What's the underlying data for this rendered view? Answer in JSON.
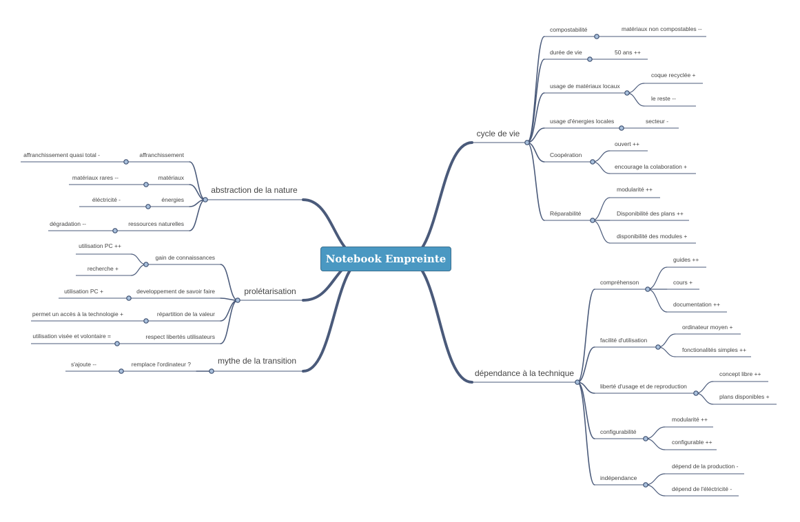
{
  "root": {
    "label": "Notebook Empreinte"
  },
  "branches": [
    {
      "label": "cycle de vie",
      "children": [
        {
          "label": "compostabilité",
          "children": [
            {
              "label": "matériaux non compostables --"
            }
          ]
        },
        {
          "label": "durée de vie",
          "children": [
            {
              "label": "50 ans ++"
            }
          ]
        },
        {
          "label": "usage de matériaux locaux",
          "children": [
            {
              "label": "coque recyclée +"
            },
            {
              "label": "le reste --"
            }
          ]
        },
        {
          "label": "usage d'énergies locales",
          "children": [
            {
              "label": "secteur -"
            }
          ]
        },
        {
          "label": "Coopération",
          "children": [
            {
              "label": "ouvert ++"
            },
            {
              "label": "encourage la colaboration +"
            }
          ]
        },
        {
          "label": "Réparabilité",
          "children": [
            {
              "label": "modularité ++"
            },
            {
              "label": "Disponibilité des plans ++"
            },
            {
              "label": "disponibilité des modules +"
            }
          ]
        }
      ]
    },
    {
      "label": "dépendance à la technique",
      "children": [
        {
          "label": "compréhenson",
          "children": [
            {
              "label": "guides ++"
            },
            {
              "label": "cours +"
            },
            {
              "label": "documentation ++"
            }
          ]
        },
        {
          "label": "facilité d'utilisation",
          "children": [
            {
              "label": "ordinateur moyen +"
            },
            {
              "label": "fonctionalités simples ++"
            }
          ]
        },
        {
          "label": "liberté d'usage et de reproduction",
          "children": [
            {
              "label": "concept libre ++"
            },
            {
              "label": "plans disponibles +"
            }
          ]
        },
        {
          "label": "configurabilité",
          "children": [
            {
              "label": "modularité ++"
            },
            {
              "label": "configurable ++"
            }
          ]
        },
        {
          "label": "indépendance",
          "children": [
            {
              "label": "dépend de la production -"
            },
            {
              "label": "dépend de l'éléctricité -"
            }
          ]
        }
      ]
    },
    {
      "label": "abstraction de la nature",
      "children": [
        {
          "label": "affranchissement",
          "children": [
            {
              "label": "affranchissement quasi total -"
            }
          ]
        },
        {
          "label": "matériaux",
          "children": [
            {
              "label": "matériaux rares --"
            }
          ]
        },
        {
          "label": "énergies",
          "children": [
            {
              "label": "éléctricité -"
            }
          ]
        },
        {
          "label": "ressources naturelles",
          "children": [
            {
              "label": "dégradation --"
            }
          ]
        }
      ]
    },
    {
      "label": "prolétarisation",
      "children": [
        {
          "label": "gain de connaissances",
          "children": [
            {
              "label": "utilisation PC ++"
            },
            {
              "label": "recherche +"
            }
          ]
        },
        {
          "label": "developpement de savoir faire",
          "children": [
            {
              "label": "utilisation PC +"
            }
          ]
        },
        {
          "label": "répartition de la valeur",
          "children": [
            {
              "label": "permet un accès à la technologie +"
            }
          ]
        },
        {
          "label": "respect libertés utilisateurs",
          "children": [
            {
              "label": "utilisation visée et volontaire ="
            }
          ]
        }
      ]
    },
    {
      "label": "mythe de la transition",
      "children": [
        {
          "label": "remplace l'ordinateur ?",
          "children": [
            {
              "label": "s'ajoute --"
            }
          ]
        }
      ]
    }
  ]
}
